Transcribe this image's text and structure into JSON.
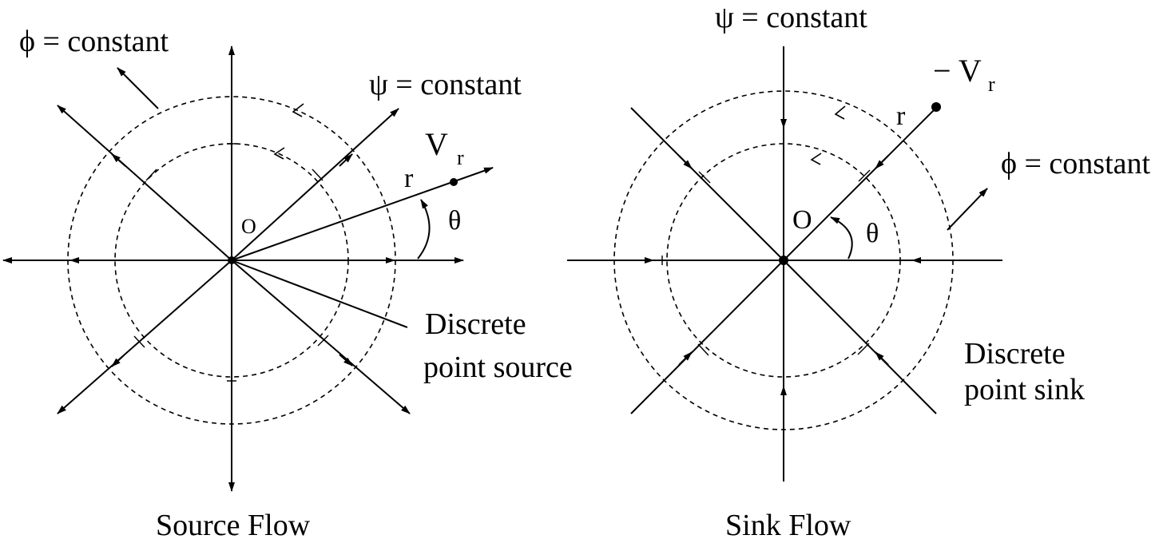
{
  "source": {
    "phi_label": "ϕ = constant",
    "psi_label": "ψ = constant",
    "vr_main": "V",
    "vr_sub": "r",
    "r_label": "r",
    "theta_label": "θ",
    "origin_label": "O",
    "desc_line1": "Discrete",
    "desc_line2": "point source",
    "title": "Source Flow"
  },
  "sink": {
    "psi_label": "ψ = constant",
    "vr_main": "− V",
    "vr_sub": "r",
    "r_label": "r",
    "phi_label": "ϕ = constant",
    "theta_label": "θ",
    "origin_label": "O",
    "desc_line1": "Discrete",
    "desc_line2": "point sink",
    "title": "Sink Flow"
  }
}
